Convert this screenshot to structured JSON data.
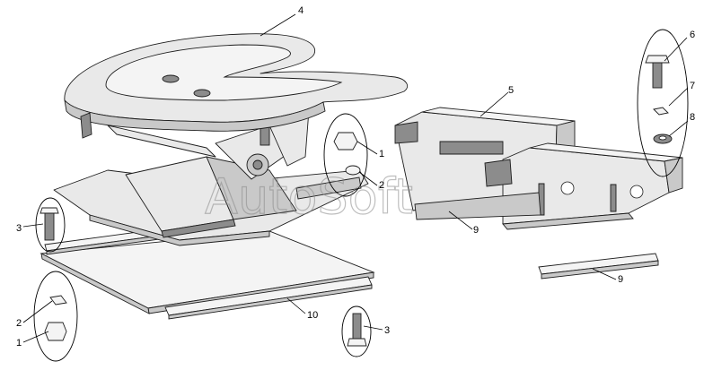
{
  "watermark": "AutoSoft",
  "callouts": [
    {
      "id": "c4",
      "text": "4"
    },
    {
      "id": "c6",
      "text": "6"
    },
    {
      "id": "c5",
      "text": "5"
    },
    {
      "id": "c7",
      "text": "7"
    },
    {
      "id": "c8",
      "text": "8"
    },
    {
      "id": "c1a",
      "text": "1"
    },
    {
      "id": "c2a",
      "text": "2"
    },
    {
      "id": "c3a",
      "text": "3"
    },
    {
      "id": "c9a",
      "text": "9"
    },
    {
      "id": "c9b",
      "text": "9"
    },
    {
      "id": "c10",
      "text": "10"
    },
    {
      "id": "c2b",
      "text": "2"
    },
    {
      "id": "c1b",
      "text": "1"
    },
    {
      "id": "c3b",
      "text": "3"
    }
  ]
}
